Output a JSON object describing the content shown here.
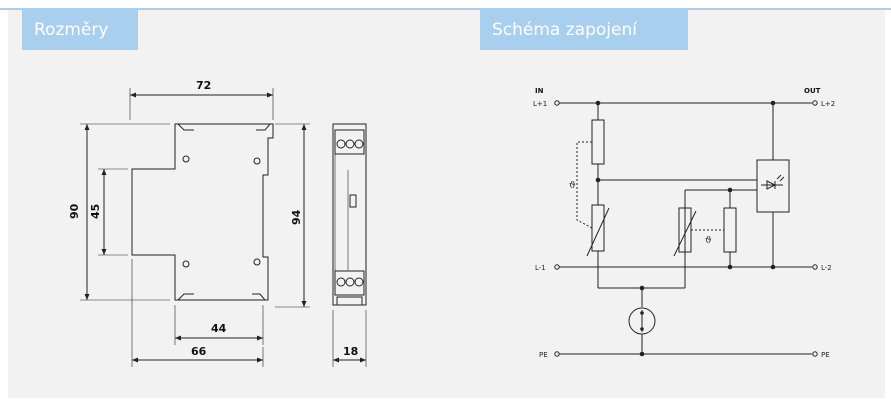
{
  "tabs": {
    "dimensions": "Rozměry",
    "schematic": "Schéma zapojení"
  },
  "dimensions": {
    "width_top": "72",
    "height_outer": "90",
    "height_inner": "45",
    "height_side": "94",
    "depth_small": "44",
    "depth_total": "66",
    "side_width": "18"
  },
  "schematic": {
    "in": "IN",
    "out": "OUT",
    "l_plus_1": "L+1",
    "l_plus_2": "L+2",
    "l_minus_1": "L-1",
    "l_minus_2": "L-2",
    "pe_left": "PE",
    "pe_right": "PE",
    "theta_left": "ϑ",
    "theta_right": "ϑ"
  },
  "colors": {
    "tab_bg": "#a9cfee",
    "panel_bg": "#f2f2f2",
    "line": "#222222"
  }
}
